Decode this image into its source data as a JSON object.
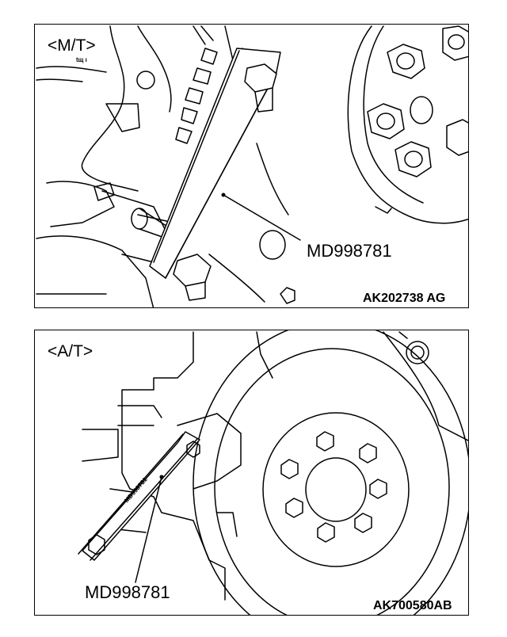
{
  "panels": [
    {
      "section_label": "<M/T>",
      "tool_label": "MD998781",
      "figure_code": "AK202738 AG",
      "small_mark": "tщ ı"
    },
    {
      "section_label": "<A/T>",
      "tool_label": "MD998781",
      "figure_code": "AK700580AB",
      "tool_engraving": "MD998781"
    }
  ],
  "colors": {
    "line": "#000000",
    "background": "#ffffff",
    "shade": "#d9d9d9"
  }
}
